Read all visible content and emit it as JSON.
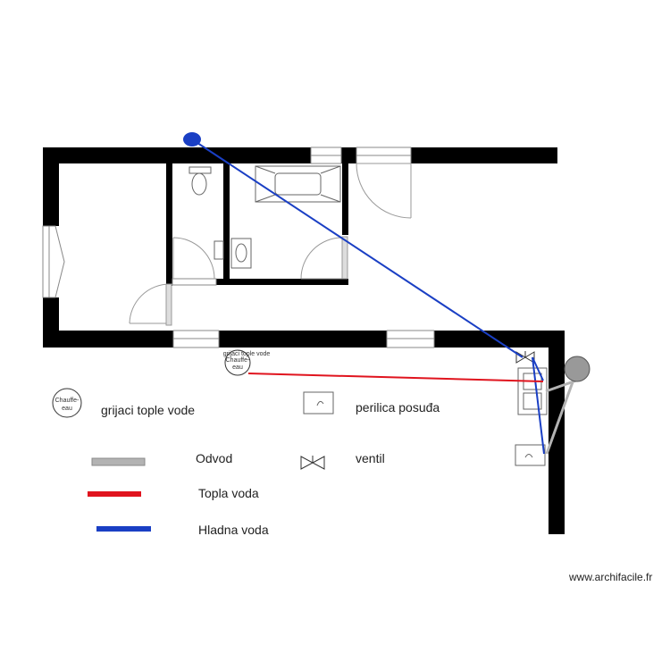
{
  "plan": {
    "boiler_symbol_text": [
      "Chauffe-",
      "eau"
    ],
    "boiler_caption": "grijaci tople vode"
  },
  "legend": {
    "water_heater": "grijaci tople vode",
    "dishwasher": "perilica posuđa",
    "drain": "Odvod",
    "valve": "ventil",
    "hot_water": "Topla voda",
    "cold_water": "Hladna voda"
  },
  "colors": {
    "wall": "#000000",
    "hot_water": "#e0141e",
    "cold_water": "#1a3fc4",
    "drain": "#b3b3b3"
  },
  "watermark": "www.archifacile.fr"
}
